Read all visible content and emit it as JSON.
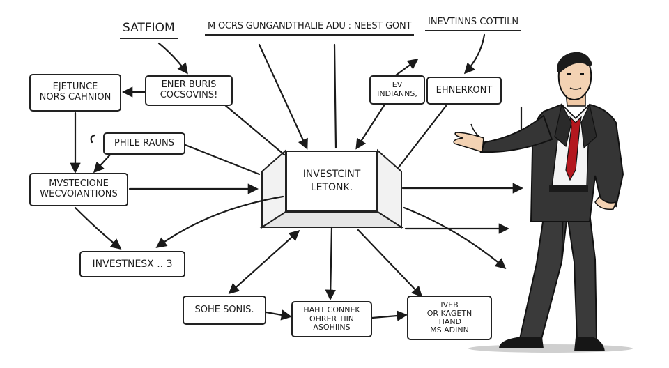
{
  "headings": {
    "top_left": "SATFIOM",
    "top_center": "M OCRS GUNGANDTHALIE ADU : NEEST GONT",
    "top_right": "INEVTINNS COTTILN"
  },
  "boxes": {
    "ejetunce": "EJETUNCE\nNORS CAHNION",
    "ener": "ENER BURIS\nCOCSOVINS!",
    "ev": "EV\nINDIANNS,",
    "ehnerkont": "EHNERKONT",
    "phile": "PHILE RAUNS",
    "mvstecione": "MVSTECIONE\nWECVOIANTIONS",
    "investnesx": "INVESTNESX .. 3",
    "sohe": "SOHE SONIS.",
    "haht": "HAHT CONNEK\nOHRER TIIN\nASOHIINS",
    "iveb": "IVEB\nOR KAGETN\nTIAND\nMS ADINN"
  },
  "center": {
    "label": "INVESTCINT\nLETONK."
  }
}
